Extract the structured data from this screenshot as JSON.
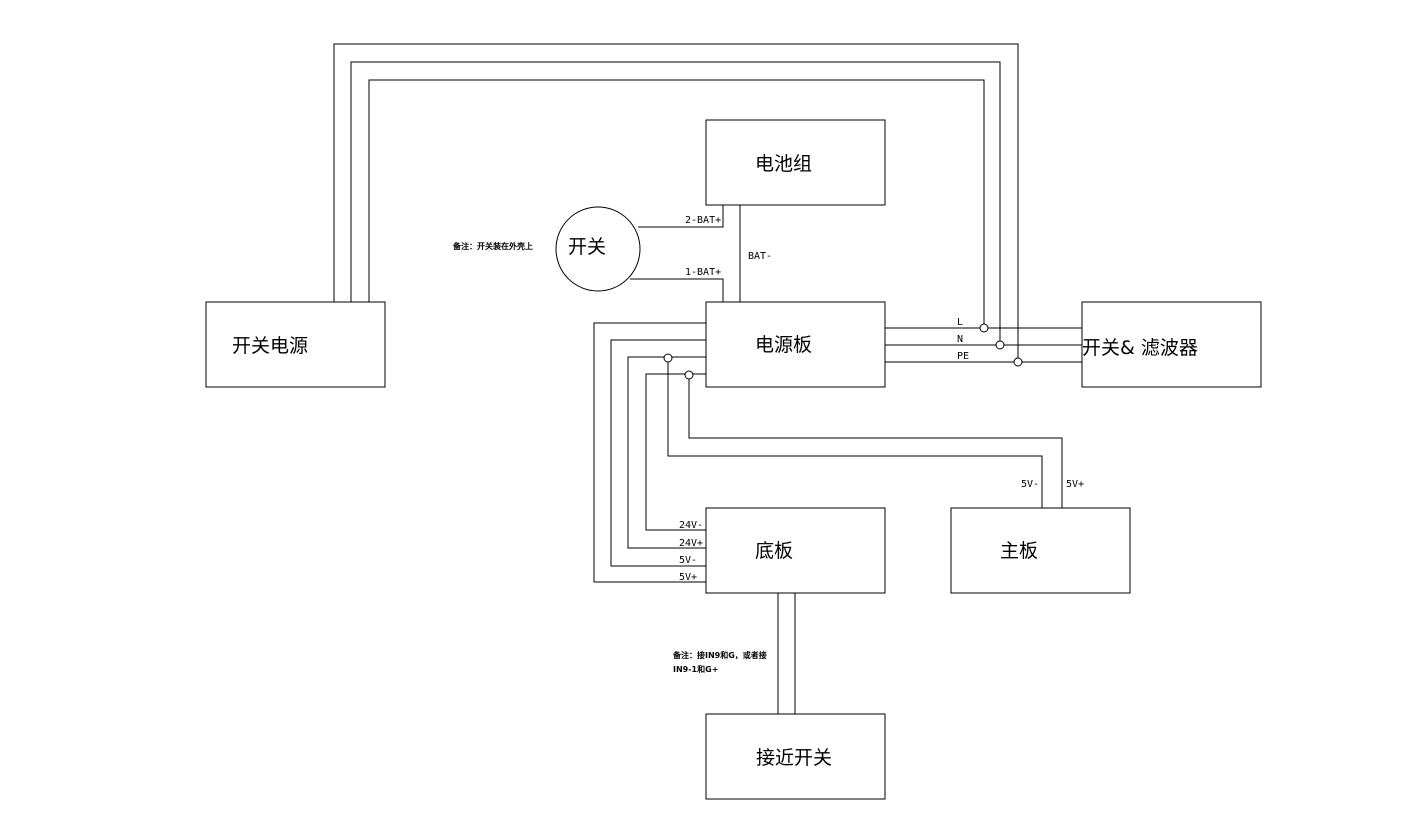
{
  "blocks": {
    "battery_pack": "电池组",
    "switch": "开关",
    "switching_power_supply": "开关电源",
    "power_board": "电源板",
    "switch_filter": "开关& 滤波器",
    "base_board": "底板",
    "main_board": "主板",
    "proximity_switch": "接近开关"
  },
  "wire_labels": {
    "bat2_plus": "2-BAT+",
    "bat1_plus": "1-BAT+",
    "bat_minus": "BAT-",
    "line_l": "L",
    "line_n": "N",
    "line_pe": "PE",
    "base_24v_minus": "24V-",
    "base_24v_plus": "24V+",
    "base_5v_minus": "5V-",
    "base_5v_plus": "5V+",
    "main_5v_minus": "5V-",
    "main_5v_plus": "5V+"
  },
  "notes": {
    "switch_note": "备注：开关装在外壳上",
    "proximity_note_line1": "备注：接IN9和G，或者接",
    "proximity_note_line2": "IN9-1和G+"
  }
}
